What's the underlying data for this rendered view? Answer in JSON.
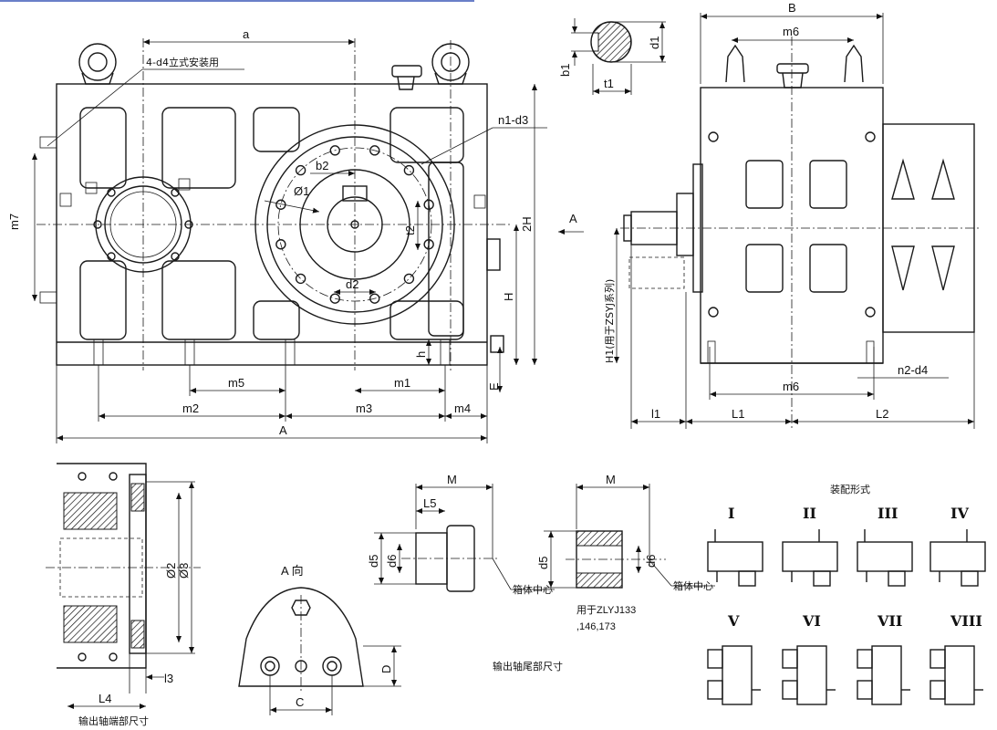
{
  "dims": {
    "a": "a",
    "n4d4": "4-d4立式安装用",
    "m7": "m7",
    "b2": "b2",
    "phi1": "Ø1",
    "t2": "t2",
    "d2": "d2",
    "n1d3": "n1-d3",
    "twoH": "2H",
    "H": "H",
    "h": "h",
    "E": "E",
    "m5": "m5",
    "m1": "m1",
    "m2": "m2",
    "m3": "m3",
    "m4": "m4",
    "A": "A",
    "b1": "b1",
    "d1": "d1",
    "t1": "t1",
    "B": "B",
    "m6_top": "m6",
    "A_arrow": "A",
    "H1": "H1(用于ZSYJ系列)",
    "n2d4": "n2-d4",
    "m6_bottom": "m6",
    "l1": "l1",
    "L1": "L1",
    "L2": "L2",
    "phi2": "Ø2",
    "phi3": "Ø3",
    "l3": "l3",
    "L4": "L4",
    "shaft_end_caption": "输出轴端部尺寸",
    "view_a_title": "A  向",
    "D": "D",
    "C": "C",
    "M1": "M",
    "L5": "L5",
    "d5_1": "d5",
    "d6_1": "d6",
    "box_center_1": "箱体中心",
    "M2": "M",
    "d5_2": "d5",
    "d6_2": "d6",
    "box_center_2": "箱体中心",
    "zlyj_line1": "用于ZLYJ133",
    "zlyj_line2": ",146,173",
    "tail_caption": "输出轴尾部尺寸"
  },
  "assembly": {
    "title": "装配形式",
    "forms": [
      "I",
      "II",
      "III",
      "IV",
      "V",
      "VI",
      "VII",
      "VIII"
    ]
  }
}
